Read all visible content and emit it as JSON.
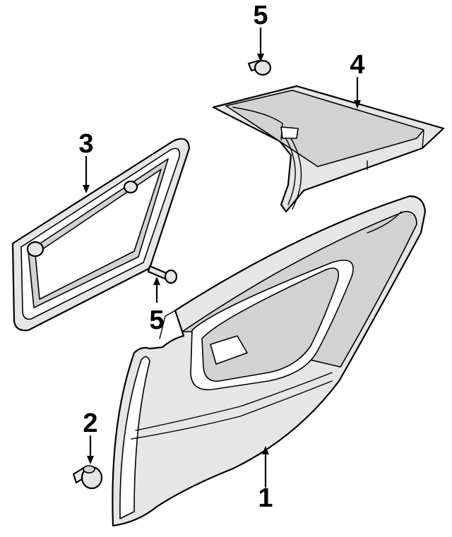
{
  "callouts": [
    {
      "id": "c1",
      "label": "1"
    },
    {
      "id": "c2",
      "label": "2"
    },
    {
      "id": "c3",
      "label": "3"
    },
    {
      "id": "c4",
      "label": "4"
    },
    {
      "id": "c5a",
      "label": "5"
    },
    {
      "id": "c5b",
      "label": "5"
    }
  ]
}
